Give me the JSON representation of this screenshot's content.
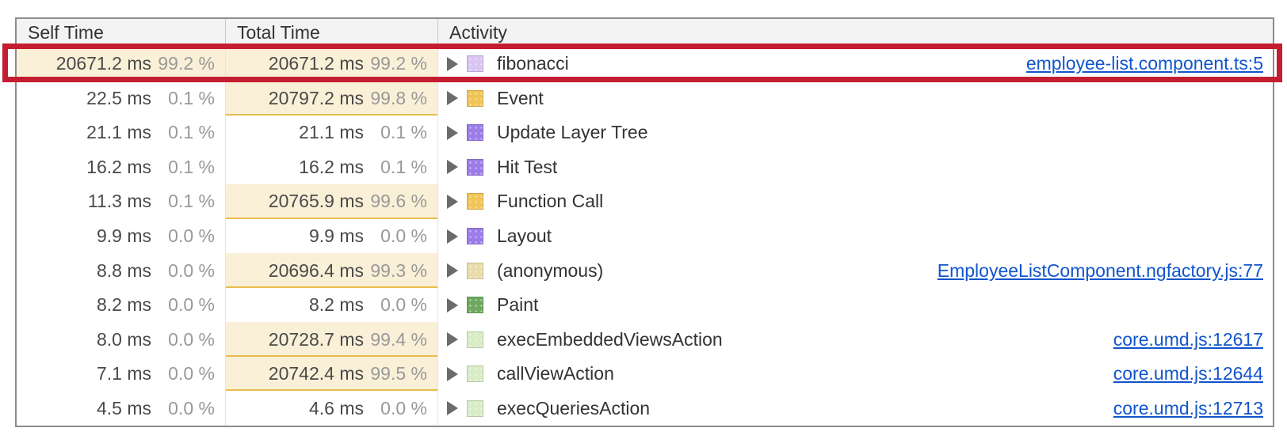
{
  "table": {
    "columns": [
      {
        "label": "Self Time"
      },
      {
        "label": "Total Time"
      },
      {
        "label": "Activity"
      }
    ],
    "rows": [
      {
        "self_time": "20671.2 ms",
        "self_pct": "99.2 %",
        "self_hot": true,
        "total_time": "20671.2 ms",
        "total_pct": "99.2 %",
        "total_hot": true,
        "activity": "fibonacci",
        "swatch": "js-frame-purple",
        "swatch_color": "#d8c5f2",
        "link": "employee-list.component.ts:5"
      },
      {
        "self_time": "22.5 ms",
        "self_pct": "0.1 %",
        "self_hot": false,
        "total_time": "20797.2 ms",
        "total_pct": "99.8 %",
        "total_hot": true,
        "activity": "Event",
        "swatch": "scripting-yellow",
        "swatch_color": "#f0c457",
        "link": ""
      },
      {
        "self_time": "21.1 ms",
        "self_pct": "0.1 %",
        "self_hot": false,
        "total_time": "21.1 ms",
        "total_pct": "0.1 %",
        "total_hot": false,
        "activity": "Update Layer Tree",
        "swatch": "rendering-purple",
        "swatch_color": "#9b7ce8",
        "link": ""
      },
      {
        "self_time": "16.2 ms",
        "self_pct": "0.1 %",
        "self_hot": false,
        "total_time": "16.2 ms",
        "total_pct": "0.1 %",
        "total_hot": false,
        "activity": "Hit Test",
        "swatch": "rendering-purple",
        "swatch_color": "#9b7ce8",
        "link": ""
      },
      {
        "self_time": "11.3 ms",
        "self_pct": "0.1 %",
        "self_hot": false,
        "total_time": "20765.9 ms",
        "total_pct": "99.6 %",
        "total_hot": true,
        "activity": "Function Call",
        "swatch": "scripting-yellow",
        "swatch_color": "#f0c457",
        "link": ""
      },
      {
        "self_time": "9.9 ms",
        "self_pct": "0.0 %",
        "self_hot": false,
        "total_time": "9.9 ms",
        "total_pct": "0.0 %",
        "total_hot": false,
        "activity": "Layout",
        "swatch": "rendering-purple",
        "swatch_color": "#9b7ce8",
        "link": ""
      },
      {
        "self_time": "8.8 ms",
        "self_pct": "0.0 %",
        "self_hot": false,
        "total_time": "20696.4 ms",
        "total_pct": "99.3 %",
        "total_hot": true,
        "activity": "(anonymous)",
        "swatch": "js-frame-beige",
        "swatch_color": "#e9dcab",
        "link": "EmployeeListComponent.ngfactory.js:77"
      },
      {
        "self_time": "8.2 ms",
        "self_pct": "0.0 %",
        "self_hot": false,
        "total_time": "8.2 ms",
        "total_pct": "0.0 %",
        "total_hot": false,
        "activity": "Paint",
        "swatch": "painting-green",
        "swatch_color": "#6fa95f",
        "link": ""
      },
      {
        "self_time": "8.0 ms",
        "self_pct": "0.0 %",
        "self_hot": false,
        "total_time": "20728.7 ms",
        "total_pct": "99.4 %",
        "total_hot": true,
        "activity": "execEmbeddedViewsAction",
        "swatch": "js-frame-green",
        "swatch_color": "#d8ecc6",
        "link": "core.umd.js:12617"
      },
      {
        "self_time": "7.1 ms",
        "self_pct": "0.0 %",
        "self_hot": false,
        "total_time": "20742.4 ms",
        "total_pct": "99.5 %",
        "total_hot": true,
        "activity": "callViewAction",
        "swatch": "js-frame-green",
        "swatch_color": "#d8ecc6",
        "link": "core.umd.js:12644"
      },
      {
        "self_time": "4.5 ms",
        "self_pct": "0.0 %",
        "self_hot": false,
        "total_time": "4.6 ms",
        "total_pct": "0.0 %",
        "total_hot": false,
        "activity": "execQueriesAction",
        "swatch": "js-frame-green",
        "swatch_color": "#d8ecc6",
        "link": "core.umd.js:12713"
      }
    ]
  },
  "annotation": {
    "type": "red-highlight-box",
    "target_row": "fibonacci",
    "color": "#c41d31"
  },
  "colors": {
    "hot_cell_bg": "#faf0d7",
    "hot_cell_border": "#e9bd4e",
    "header_bg": "#f3f3f3",
    "link_blue": "#1155cc"
  }
}
